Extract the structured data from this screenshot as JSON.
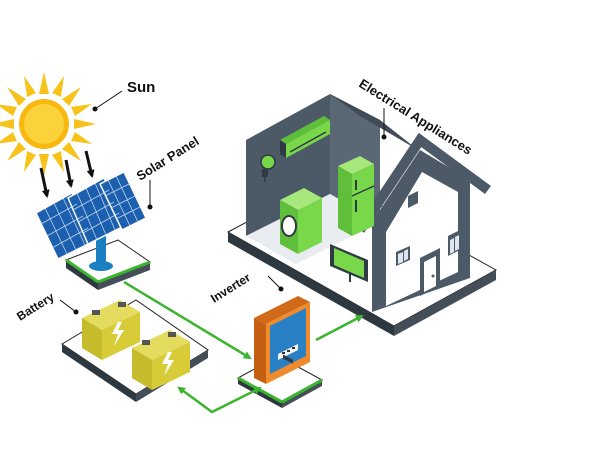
{
  "labels": {
    "sun": "Sun",
    "solar_panel": "Solar Panel",
    "battery": "Battery",
    "inverter": "Inverter",
    "appliances": "Electrical Appliances"
  },
  "colors": {
    "accent_green": "#3cb52e",
    "appliance_green": "#78d84a",
    "house_dark": "#4c5a68",
    "house_front": "#ffffff",
    "battery_yellow": "#d7cc38",
    "inverter_blue": "#2a80c4",
    "inverter_orange": "#f08a2a",
    "sun_yellow": "#f7c21a",
    "panel_blue": "#1c5fae"
  },
  "icons": [
    "sun-icon",
    "solar-panel-icon",
    "battery-icon",
    "inverter-icon",
    "house-icon",
    "air-conditioner-icon",
    "fridge-icon",
    "washing-machine-icon",
    "tv-icon",
    "light-bulb-icon"
  ]
}
